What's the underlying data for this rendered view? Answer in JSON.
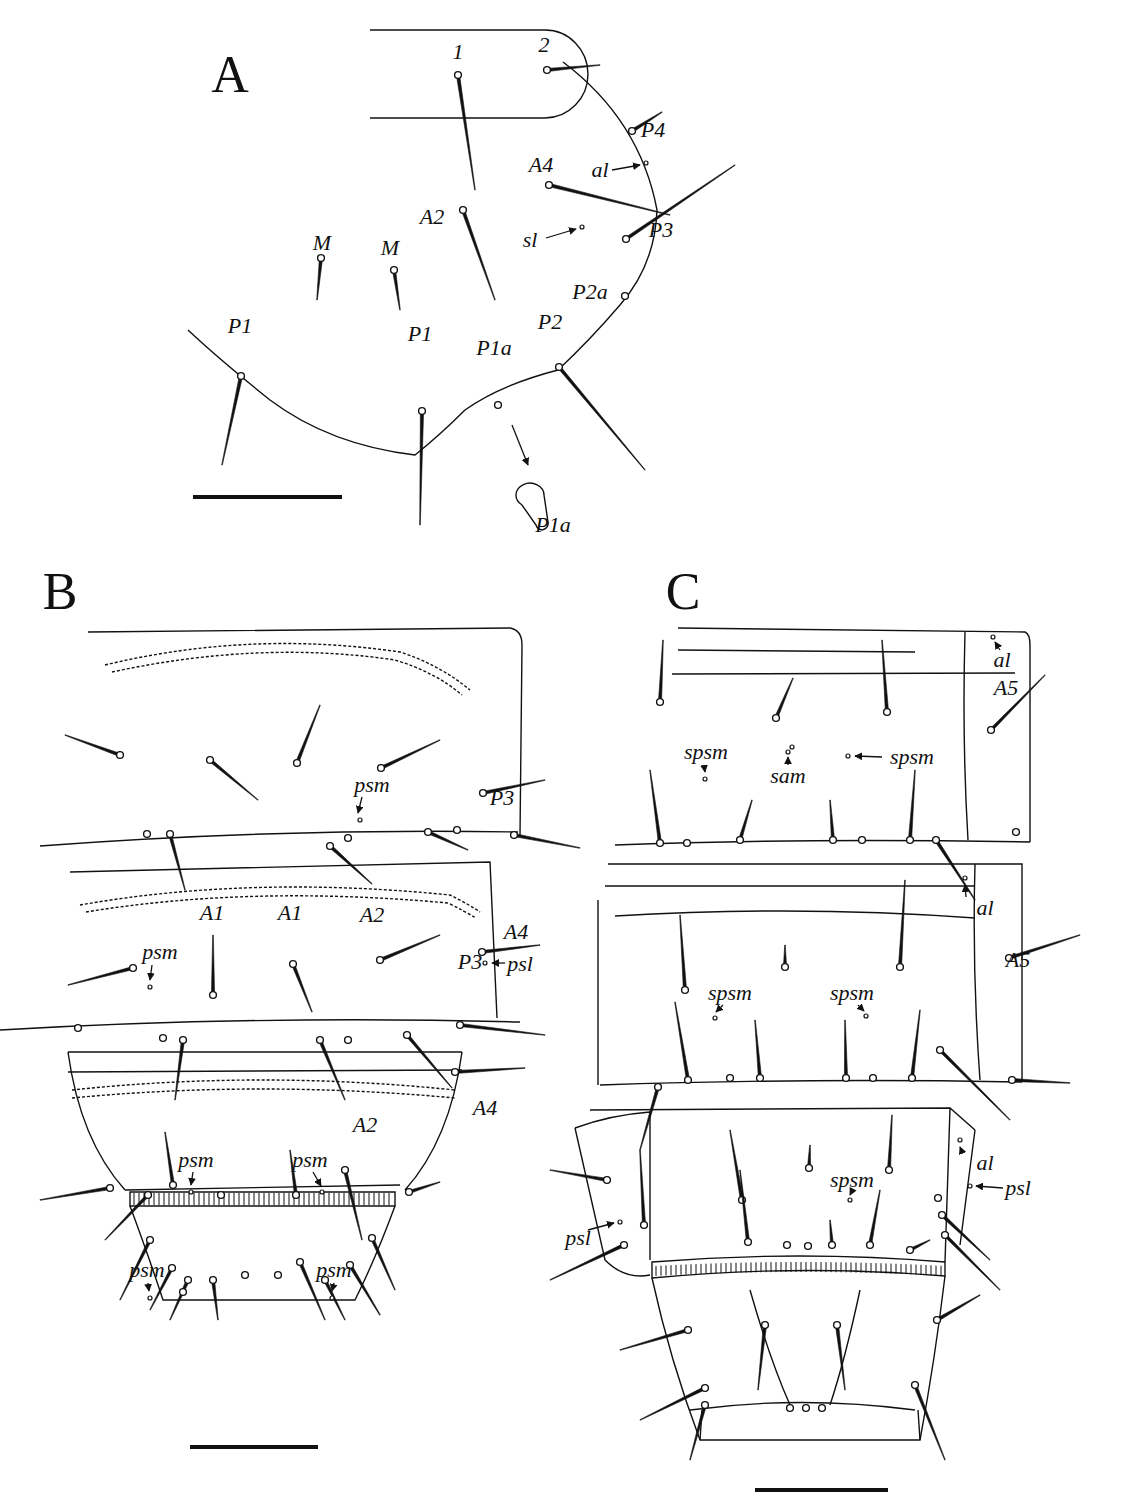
{
  "diagram": {
    "labels": [
      "A",
      "1",
      "2",
      "P4",
      "al",
      "A4",
      "A2",
      "M",
      "M",
      "sl",
      "P3",
      "P2a",
      "P1",
      "P2",
      "P1",
      "P1a",
      "P1a",
      "B",
      "P3",
      "psm",
      "A1",
      "A1",
      "A2",
      "A4",
      "psm",
      "psl",
      "P3",
      "A4",
      "A2",
      "psm",
      "psm",
      "psm",
      "psm",
      "C",
      "al",
      "A5",
      "spsm",
      "sam",
      "spsm",
      "al",
      "A5",
      "spsm",
      "spsm",
      "al",
      "spsm",
      "psl",
      "psl"
    ]
  }
}
